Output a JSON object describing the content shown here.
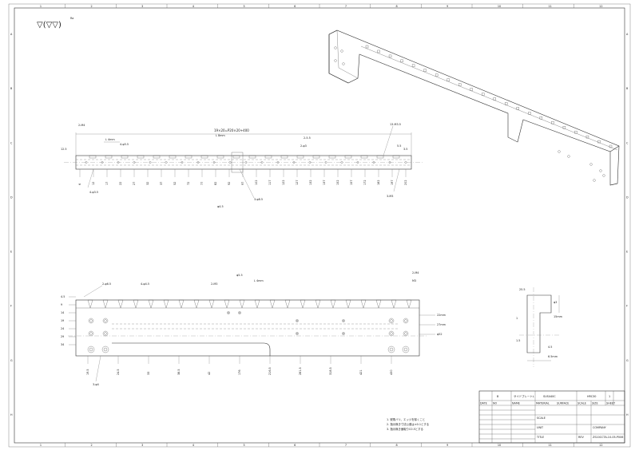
{
  "sheet": {
    "symbol": "▽(▽▽)",
    "symbol_sup": "Ra",
    "zone_cols": [
      "1",
      "2",
      "3",
      "4",
      "5",
      "6",
      "7",
      "8",
      "9",
      "10",
      "11",
      "12"
    ],
    "zone_rows": [
      "A",
      "B",
      "C",
      "D",
      "E",
      "F",
      "G",
      "H"
    ]
  },
  "top_view": {
    "notes": {
      "pitch": "19×20=P20×20+400",
      "depth_a": "L 4mm",
      "depth_b": "L 8mm",
      "hole_a": "4-φ5.5",
      "hole_b": "2-5.5",
      "hole_c": "2-φ3",
      "hole_d": "4-φ3.5",
      "hole_e": "3-M3",
      "leader_a": "13-M3.5",
      "leader_b": "2-M4",
      "leader_c": "3-φ8.5",
      "leader_d": "φ4.5",
      "width": "12.5",
      "small_a": "5.5",
      "small_b": "3.5"
    },
    "dims": [
      "6",
      "12",
      "17",
      "22",
      "27",
      "32",
      "37",
      "52",
      "72",
      "77",
      "82",
      "92",
      "97",
      "102",
      "117",
      "122",
      "127",
      "132",
      "137",
      "152",
      "157",
      "172",
      "182",
      "197",
      "202"
    ]
  },
  "front_view": {
    "notes": {
      "hole_a": "2-φ6.5",
      "hole_b": "4-φ4.5",
      "hole_c": "2-M3",
      "hole_d": "2-M4",
      "tap": "M3",
      "depth": "L 4mm",
      "ref": "φ5.5",
      "circle": "3-φ4"
    },
    "right_labels": [
      "22mm",
      "27mm",
      "φ52"
    ],
    "left_labels": [
      "4.5",
      "9",
      "14",
      "19",
      "24",
      "29",
      "34"
    ],
    "bottom_dims": [
      "19.5",
      "24.5",
      "33",
      "38.5",
      "42",
      "176",
      "216.5",
      "281.5",
      "318.5",
      "421",
      "430"
    ]
  },
  "section": {
    "labels": [
      "25.5",
      "φ3",
      "15mm",
      "4.5",
      "6.5mm",
      "1",
      "1.5"
    ]
  },
  "notes": {
    "n1": "1. 鋭角バリ、エッジを除くこと",
    "n2": "2. 指示無き寸法公差は±0.1とする",
    "n3": "3. 指示無き面取りC0.5とする"
  },
  "title_block": {
    "item": "B",
    "name": "サイドプレートL",
    "material": "SUS440C",
    "drawing_no": "HRC30",
    "qty": "1",
    "row2": [
      "DATE",
      "NO",
      "NAME",
      "MATERIAL",
      "SURFACE",
      "SCALE",
      "SIZE",
      "SHEET"
    ],
    "scale_label": "SCALE",
    "unit_label": "UNIT",
    "title_label": "TITLE",
    "company": "COMPANY",
    "part_no": "ZS10CCTA-10-05-P006",
    "rev": "REV"
  }
}
